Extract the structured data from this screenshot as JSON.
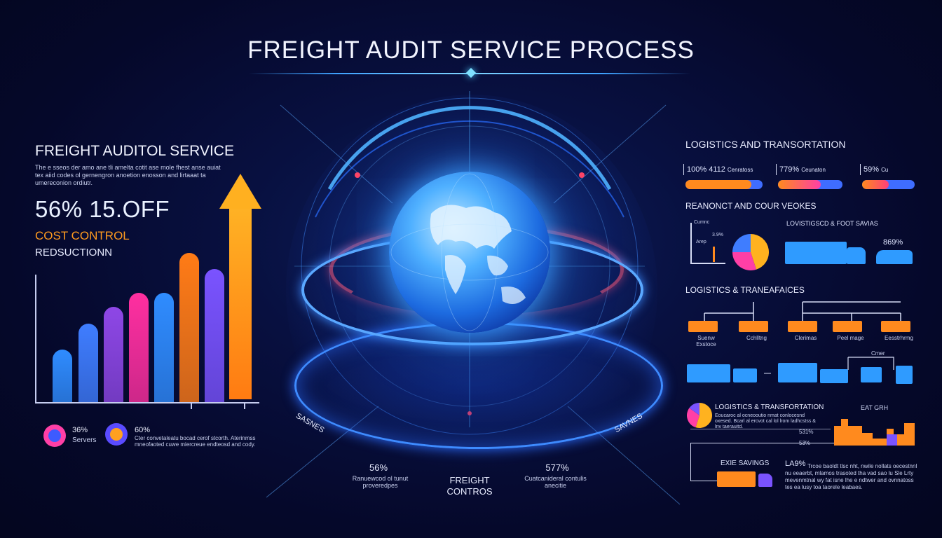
{
  "title": "FREIGHT AUDIT SERVICE PROCESS",
  "left": {
    "heading": "FREIGHT AUDITOL SERVICE",
    "desc": "The e sseos der amo ane tli amelta cotit ase mole fhest anse auiat tex aiid codes ol gernengron anoetion enosson and lirtaaat ta umereconion ordiutr.",
    "big_stat": "56% 15.OFF",
    "cost_label": "COST CONTROL",
    "reduction_label": "REDSUCTIONN",
    "bars": [
      {
        "value": 0.44,
        "color": "#2f8cff"
      },
      {
        "value": 0.66,
        "color": "#3f7dff"
      },
      {
        "value": 0.8,
        "color": "#8e47e6"
      },
      {
        "value": 0.92,
        "color": "#ff2fa0"
      },
      {
        "value": 0.92,
        "color": "#2f8cff"
      },
      {
        "value": 1.25,
        "color": "#ff7b16"
      },
      {
        "value": 1.12,
        "color": "#7a53ff"
      }
    ],
    "stat1_pct": "36%",
    "stat1_label": "Servers",
    "stat2_pct": "60%",
    "stat2_desc": "Cter convetaleatu bocad cerof stcorth. Aterinmss mneofaoted cuwe miercreue endteosd and cody."
  },
  "center": {
    "side_left": "SASNES",
    "side_right": "SAVNES",
    "stat_left": "56%",
    "stat_left_desc": "Ranuewcod ol tunut proveredpes",
    "stat_mid_1": "FREIGHT",
    "stat_mid_2": "CONTROS",
    "stat_right": "577%",
    "stat_right_desc": "Cuatcanideral contulis anecitie"
  },
  "right": {
    "heading1": "LOGISTICS AND TRANSORTATION",
    "progress": [
      {
        "label": "100% 4112",
        "sub": "Cenratoss",
        "value": 1.0,
        "color": "#ff8a1e"
      },
      {
        "label": "779%",
        "sub": "Ceunaton",
        "value": 0.78,
        "color": "#ff3fa6"
      },
      {
        "label": "59%",
        "sub": "Cu",
        "value": 0.59,
        "color": "#ff3f7a"
      }
    ],
    "heading2": "REANONCT AND COUR VEOKES",
    "mini_chart_label1": "Cumnc",
    "mini_chart_label2": "3.9%",
    "mini_chart_label3": "Arep",
    "pie1": [
      {
        "value": 0.45,
        "color": "#ffb21f"
      },
      {
        "value": 0.3,
        "color": "#ff3fa6"
      },
      {
        "value": 0.25,
        "color": "#3f7dff"
      }
    ],
    "truck_label": "LOVISTIGSCD & FOOT SAVIAS",
    "truck_pct": "869%",
    "heading3": "LOGISTICS & TRANEAFAICES",
    "tree_labels": [
      "Suenw Exstoce",
      "Cchlltng",
      "Clerimas",
      "Peel mage",
      "Eesstrhrmg"
    ],
    "flow_label": "Cmer",
    "heading4": "LOGISTICS & TRANSFORTATION",
    "heading4_desc": "Eoucaroc al ocneooutio nmat conlocesnd oxesed. Bcarl al ercvot cal lol lrom ladhcstss & lnv taerauitd.",
    "pct_a": "531%",
    "pct_b": "53%",
    "bars_label": "EAT GRH",
    "savings_label": "EXIE SAVINGS",
    "savings_pct": "LA9%",
    "savings_desc": "Trcoe baoldt tlsc nht, nwile nollats oecestnnl nu eeaerbt, mlamos trasoted tha vad sao lu Sle Lrty mevenmtnal wy fat isne lhe e ndtwer and ovnnatoss tes ea lusy toa taorele leabaes."
  }
}
